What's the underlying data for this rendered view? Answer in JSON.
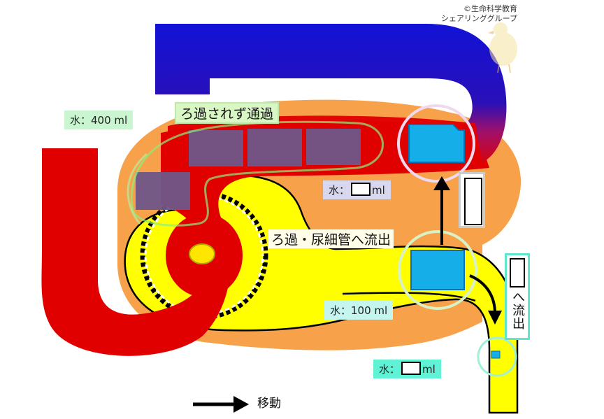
{
  "credit": {
    "line1": "©生命科学教育",
    "line2": "シェアリンググループ"
  },
  "labels": {
    "water_400": "水：400 ml",
    "water_blank_top_prefix": "水：",
    "water_blank_top_suffix": "ml",
    "water_100": "水：100 ml",
    "water_blank_bottom_prefix": "水：",
    "water_blank_bottom_suffix": "ml",
    "not_filtered": "ろ過されず通過",
    "filtered_out": "ろ過・尿細管へ流出",
    "outflow_vertical": "へ流出",
    "legend_move": "移動"
  },
  "colors": {
    "blood_vessel_blue": "#1010d8",
    "blood_vessel_red": "#e00000",
    "kidney_orange": "#f7a14a",
    "tubule_yellow": "#ffff00",
    "water_block": "#16aee8",
    "plasma_block": "#6e5689",
    "highlight_green": "#c9f5d1",
    "highlight_cyan": "#5ff2d4"
  }
}
